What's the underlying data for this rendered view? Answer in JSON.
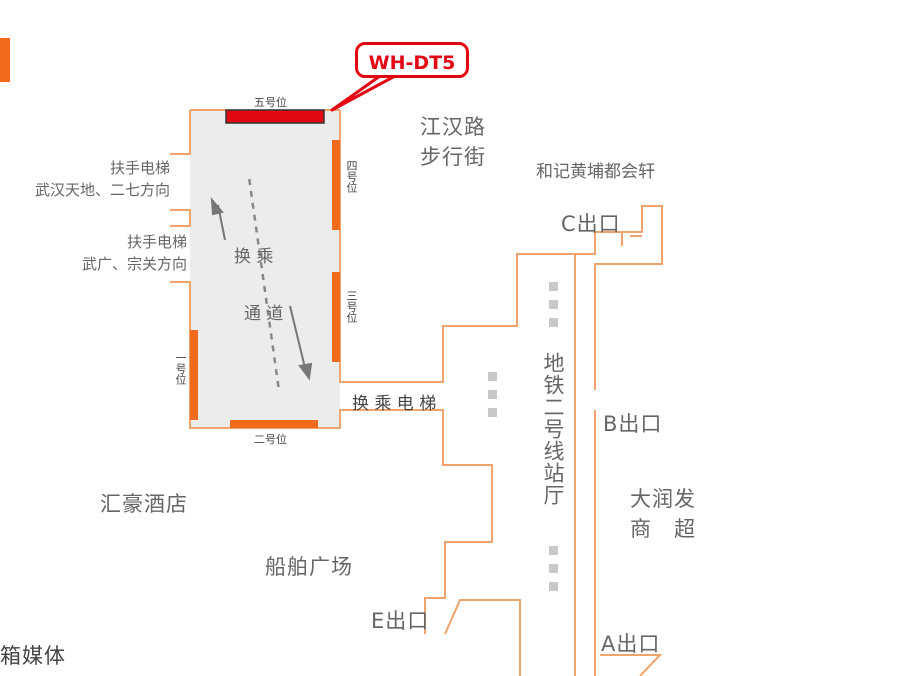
{
  "callout": {
    "code": "WH-DT5"
  },
  "positions": {
    "pos5": "五号位",
    "pos4": "四号位",
    "pos3": "三号位",
    "pos2": "二号位",
    "pos1": "一号位"
  },
  "labels": {
    "escalator1_line1": "扶手电梯",
    "escalator1_line2": "武汉天地、二七方向",
    "escalator2_line1": "扶手电梯",
    "escalator2_line2": "武广、宗关方向",
    "transfer_passage_1": "换 乘",
    "transfer_passage_2": "通 道",
    "transfer_escalator": "换 乘 电 梯",
    "jianghan_road_1": "江汉路",
    "jianghan_road_2": "步行街",
    "hejihuangpu": "和记黄埔都会轩",
    "station_hall": "地铁二号线站厅",
    "huihao_hotel": "汇豪酒店",
    "chuanbo_plaza": "船舶广场",
    "rt_mart_1": "大润发",
    "rt_mart_2": "商　超",
    "cut_text": "箱媒体"
  },
  "exits": {
    "a": "A出口",
    "b": "B出口",
    "c": "C出口",
    "e": "E出口"
  },
  "colors": {
    "accent_orange": "#f26b1d",
    "wall_orange": "#f0a36a",
    "callout_red": "#e30613",
    "passage_fill": "#ececec"
  }
}
